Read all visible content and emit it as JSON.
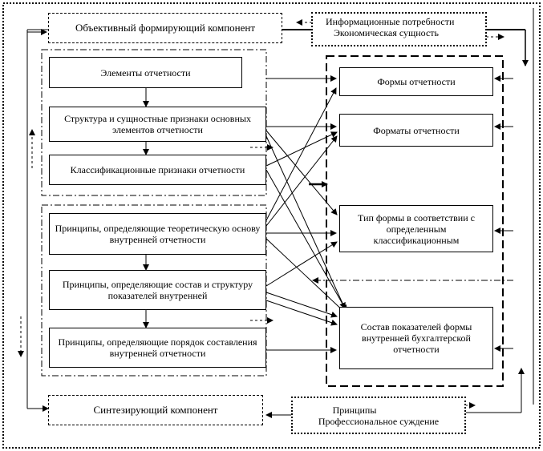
{
  "objective_component": "Объективный формирующий компонент",
  "synthesizing_component": "Синтезирующий компонент",
  "info": {
    "line1": "Информационные потребности",
    "line2": "Экономическая сущность"
  },
  "principles_bottom": {
    "line1": "Принципы",
    "line2": "Профессиональное суждение"
  },
  "left_boxes": {
    "elements": "Элементы отчетности",
    "structure": "Структура и сущностные признаки основных элементов отчетности",
    "classification": "Классификационные признаки отчетности",
    "principles_theory": "Принципы, определяющие теоретическую основу внутренней отчетности",
    "principles_composition": "Принципы, определяющие состав и структуру показателей внутренней",
    "principles_order": "Принципы, определяющие порядок составления внутренней отчетности"
  },
  "right_boxes": {
    "forms": "Формы отчетности",
    "formats": "Форматы отчетности",
    "form_type": "Тип формы в соответствии с определенным классификационным",
    "indicators": "Состав показателей формы внутренней бухгалтерской отчетности"
  }
}
